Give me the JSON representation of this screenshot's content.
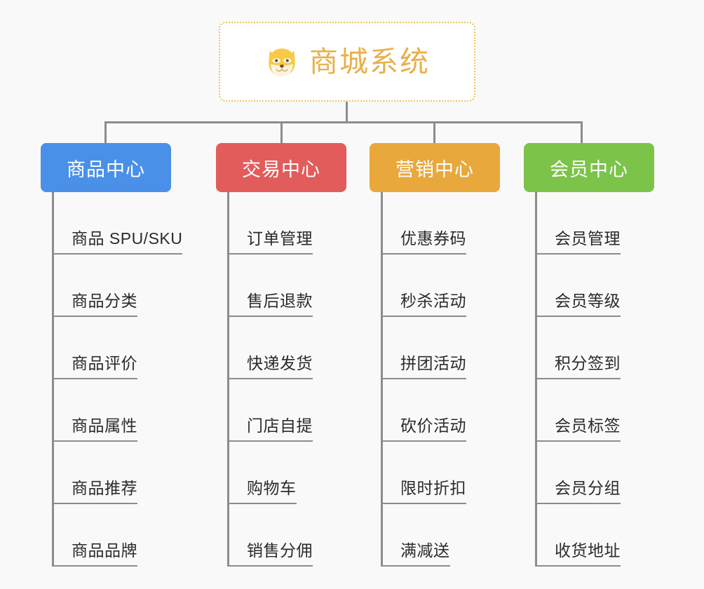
{
  "canvas": {
    "background": "#f9f9f9",
    "connector_color": "#8c8c8c"
  },
  "root": {
    "title": "商城系统",
    "icon": "shiba-dog-icon",
    "title_color": "#e8b04b",
    "border_color": "#f0c35a",
    "background": "#ffffff"
  },
  "branches": [
    {
      "label": "商品中心",
      "color": "#4a90e8",
      "items": [
        "商品 SPU/SKU",
        "商品分类",
        "商品评价",
        "商品属性",
        "商品推荐",
        "商品品牌"
      ]
    },
    {
      "label": "交易中心",
      "color": "#e35c5c",
      "items": [
        "订单管理",
        "售后退款",
        "快递发货",
        "门店自提",
        "购物车",
        "销售分佣"
      ]
    },
    {
      "label": "营销中心",
      "color": "#e9a83b",
      "items": [
        "优惠券码",
        "秒杀活动",
        "拼团活动",
        "砍价活动",
        "限时折扣",
        "满减送"
      ]
    },
    {
      "label": "会员中心",
      "color": "#7cc34a",
      "items": [
        "会员管理",
        "会员等级",
        "积分签到",
        "会员标签",
        "会员分组",
        "收货地址"
      ]
    }
  ]
}
